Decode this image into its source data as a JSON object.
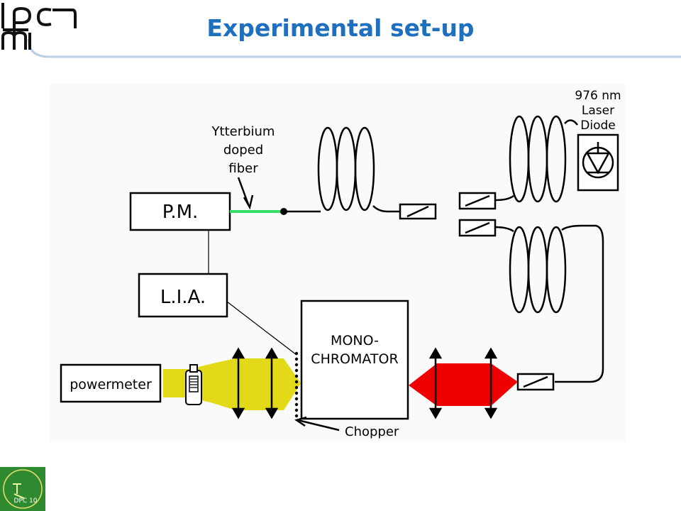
{
  "slide": {
    "title": "Experimental set-up"
  },
  "logo": {
    "text": "lpcml"
  },
  "diagram": {
    "fiber_label_lines": [
      "Ytterbium",
      "doped",
      "fiber"
    ],
    "laser_label_lines": [
      "976 nm",
      "Laser",
      "Diode"
    ],
    "pm_label": "P.M.",
    "lia_label": "L.I.A.",
    "mono_label_lines": [
      "MONO-",
      "CHROMATOR"
    ],
    "powermeter_label": "powermeter",
    "chopper_label": "Chopper"
  },
  "badge": {
    "text": "DPC 10"
  },
  "colors": {
    "title": "#1f6fbf",
    "fiber_green": "#33dd66",
    "beam_yellow": "#e2d918",
    "beam_red": "#ee0000",
    "badge_green": "#2f8a2f",
    "header_line": "#b9cfe4"
  }
}
